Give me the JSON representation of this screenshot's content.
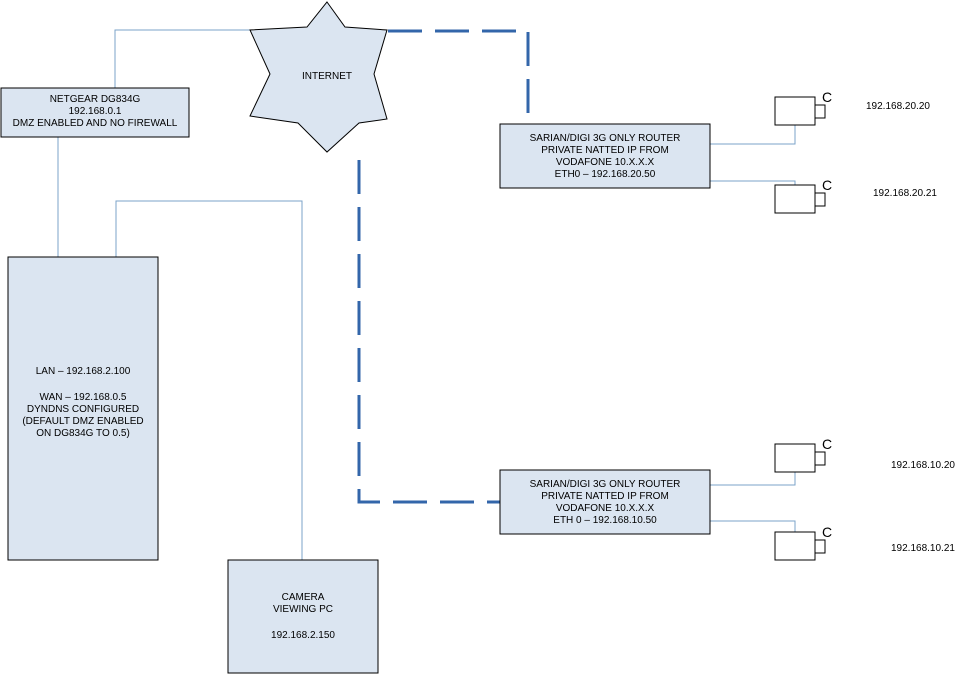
{
  "internet": {
    "label": "INTERNET"
  },
  "netgear": {
    "lines": [
      "NETGEAR DG834G",
      "192.168.0.1",
      "DMZ ENABLED AND NO FIREWALL"
    ]
  },
  "lan_router": {
    "lines": [
      "LAN – 192.168.2.100",
      "",
      "WAN – 192.168.0.5",
      "DYNDNS CONFIGURED",
      "(DEFAULT DMZ ENABLED",
      "ON DG834G TO 0.5)"
    ]
  },
  "camera_pc": {
    "lines": [
      "CAMERA",
      "VIEWING PC",
      "",
      "192.168.2.150"
    ]
  },
  "router_top": {
    "lines": [
      "SARIAN/DIGI 3G ONLY ROUTER",
      "PRIVATE NATTED IP FROM",
      "VODAFONE 10.X.X.X",
      "ETH0 – 192.168.20.50"
    ]
  },
  "router_bottom": {
    "lines": [
      "SARIAN/DIGI 3G ONLY ROUTER",
      "PRIVATE NATTED IP FROM",
      "VODAFONE 10.X.X.X",
      "ETH 0 – 192.168.10.50"
    ]
  },
  "cameras": [
    {
      "letter": "C",
      "ip": "192.168.20.20"
    },
    {
      "letter": "C",
      "ip": "192.168.20.21"
    },
    {
      "letter": "C",
      "ip": "192.168.10.20"
    },
    {
      "letter": "C",
      "ip": "192.168.10.21"
    }
  ],
  "colors": {
    "box_fill": "#dbe5f1",
    "connector": "#7ba3c9",
    "wan_link": "#3366aa"
  }
}
